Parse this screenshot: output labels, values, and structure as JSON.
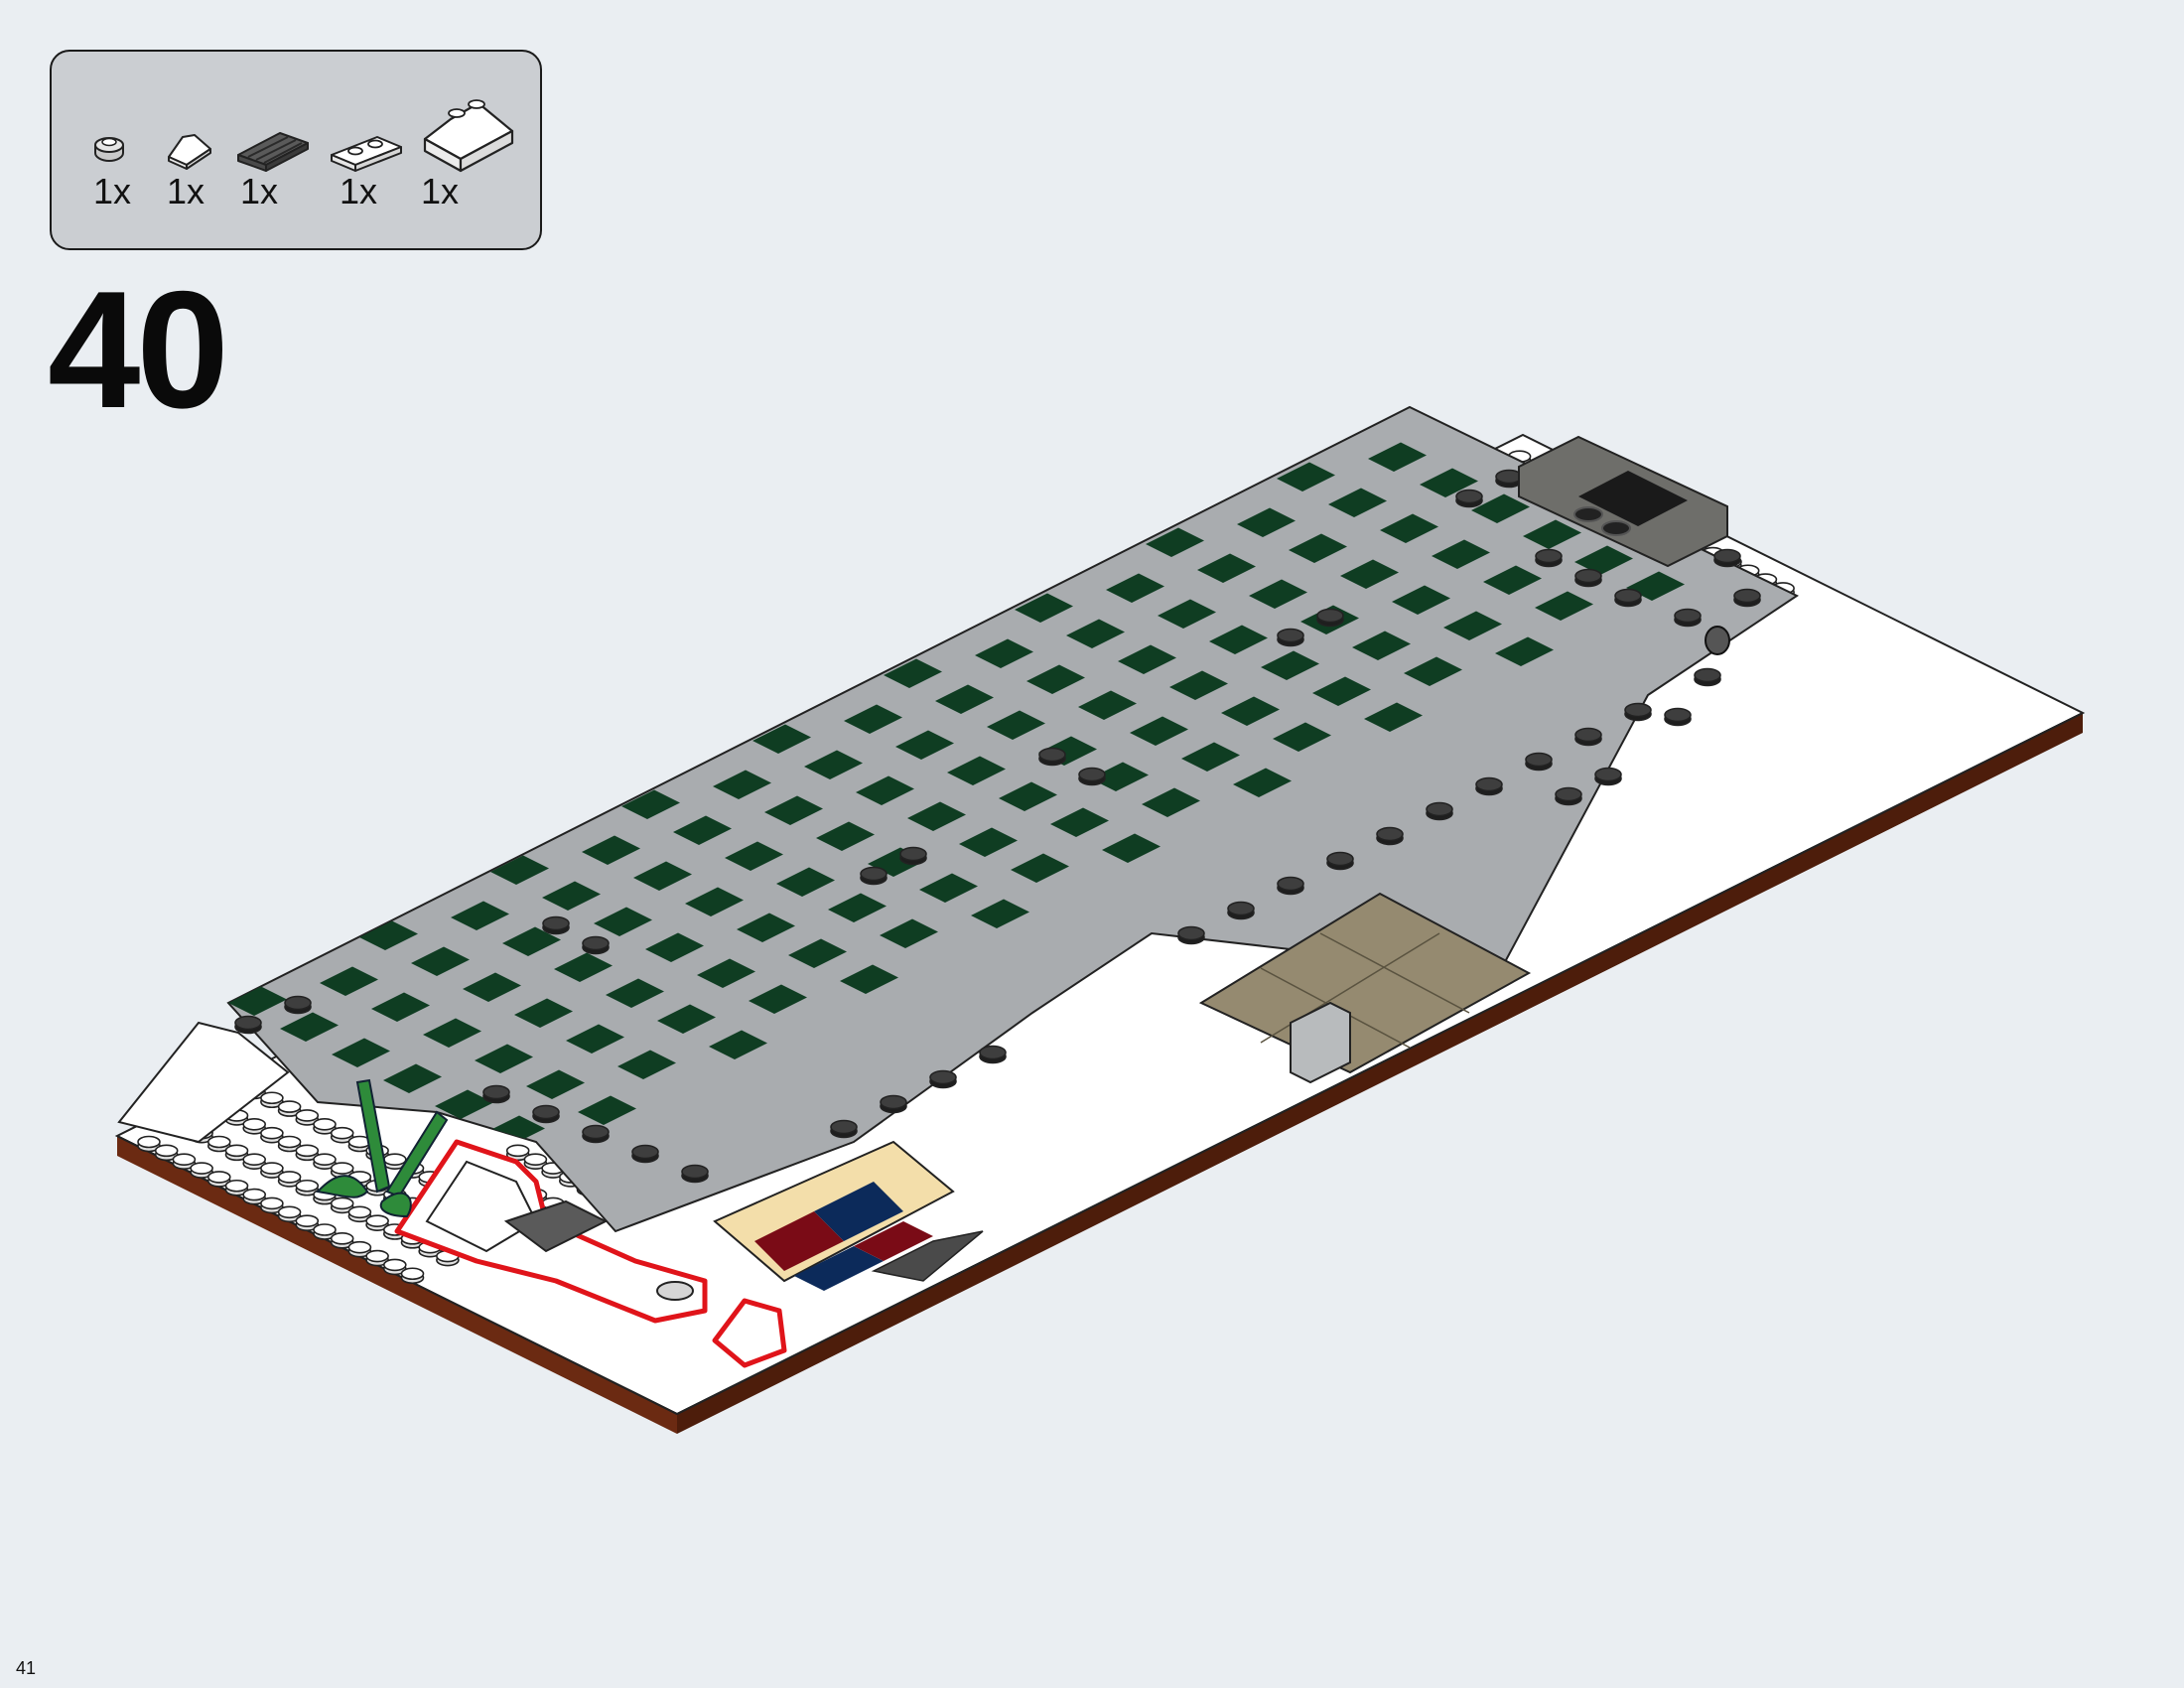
{
  "parts_list": {
    "items": [
      {
        "part": "1x1 round plate, light gray",
        "qty": "1x",
        "icon": "round-plate-icon"
      },
      {
        "part": "1x1 slope 30, white",
        "qty": "1x",
        "icon": "slope-small-icon"
      },
      {
        "part": "1x3 grille tile, dark gray",
        "qty": "1x",
        "icon": "grille-tile-icon"
      },
      {
        "part": "1x2 plate, white",
        "qty": "1x",
        "icon": "plate-1x2-icon"
      },
      {
        "part": "2x2 slope 45, white",
        "qty": "1x",
        "icon": "slope-large-icon"
      }
    ]
  },
  "step_number": "40",
  "page_number": "41",
  "colors": {
    "background": "#eaeef2",
    "parts_box": "#cbced2",
    "highlight_outline": "#e0141a",
    "baseplate_white": "#ffffff",
    "baseplate_side": "#6b2a12",
    "roof_gray": "#a9acaf",
    "roof_dark_green": "#0f3d22",
    "stud_dark": "#3e3e3e",
    "floor_tan": "#958a70",
    "tile_tan": "#f3deaa",
    "tile_red": "#7a0b16",
    "tile_blue": "#0c2a5a",
    "plant_green": "#2e8b3a"
  }
}
